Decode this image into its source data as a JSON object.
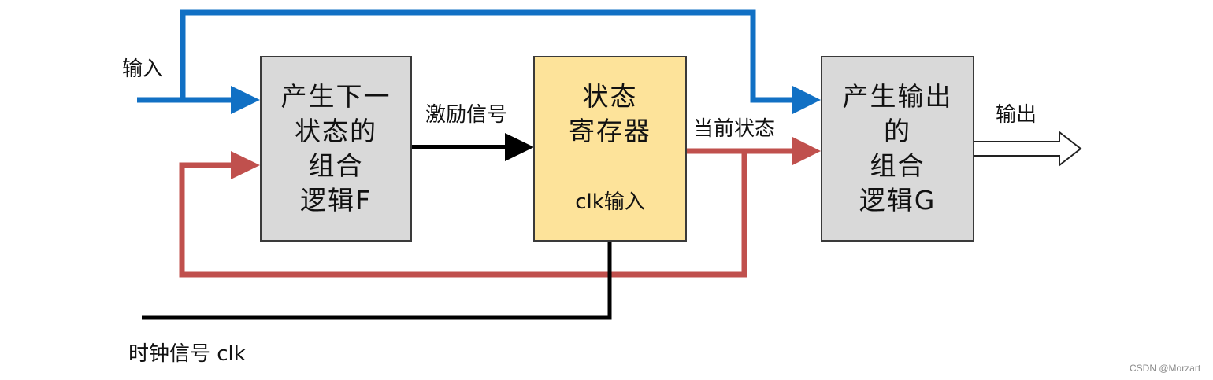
{
  "boxes": {
    "next_state_logic": {
      "lines": [
        "产生下一",
        "状态的",
        "组合",
        "逻辑F"
      ]
    },
    "state_register": {
      "lines": [
        "状态",
        "寄存器"
      ],
      "clk_label": "clk输入"
    },
    "output_logic": {
      "lines": [
        "产生输出",
        "的",
        "组合",
        "逻辑G"
      ]
    }
  },
  "labels": {
    "input": "输入",
    "excitation": "激励信号",
    "current_state": "当前状态",
    "output": "输出",
    "clock": "时钟信号 clk"
  },
  "watermark": "CSDN @Morzart",
  "colors": {
    "input_path": "#1170c4",
    "feedback_path": "#c0504d",
    "clock_path": "#000000",
    "box_gray": "#d9d9d9",
    "box_yellow": "#fde39a"
  }
}
